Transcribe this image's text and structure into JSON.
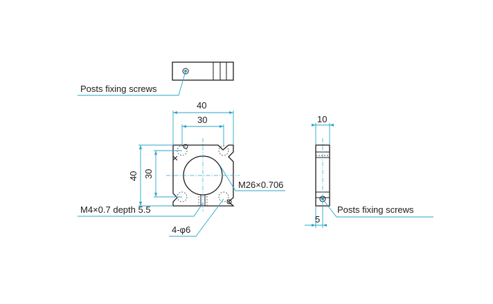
{
  "labels": {
    "posts_fixing_top": "Posts fixing screws",
    "posts_fixing_side": "Posts fixing screws",
    "thread_main": "M26×0.706",
    "tap_hole": "M4×0.7 depth 5.5",
    "holes": "4-φ6"
  },
  "dimensions": {
    "front_width_outer": "40",
    "front_width_inner": "30",
    "front_height_outer": "40",
    "front_height_inner": "30",
    "side_width": "10",
    "side_screw_offset": "5"
  },
  "colors": {
    "line": "#1a1a1a",
    "dimension": "#29a3c9"
  }
}
